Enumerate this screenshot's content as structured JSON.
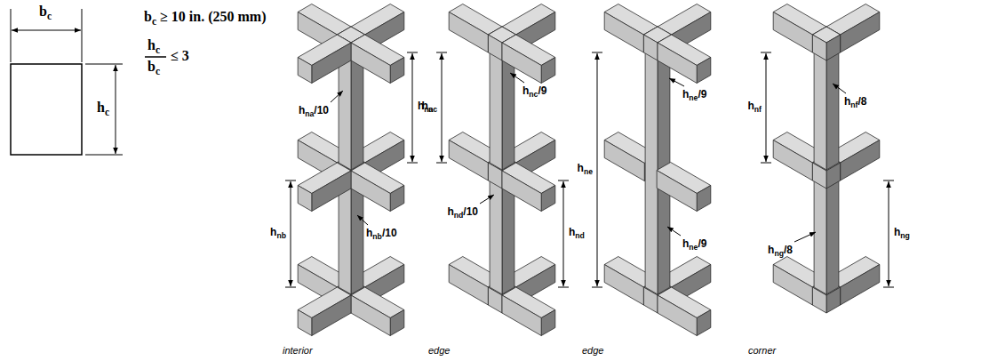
{
  "diagram": {
    "labels": [
      "bc",
      "bc ≥ 10 in. (250 mm)",
      "hc",
      "≤ 3",
      "bc",
      "hc",
      "hna/10",
      "hna",
      "hnc",
      "hnc/9",
      "hne/9",
      "hnf",
      "hnf/8",
      "hne",
      "hnb",
      "hnb/10",
      "hnd/10",
      "hnd",
      "hne/9",
      "hng/8",
      "hng",
      "interior",
      "edge",
      "edge",
      "corner"
    ]
  }
}
